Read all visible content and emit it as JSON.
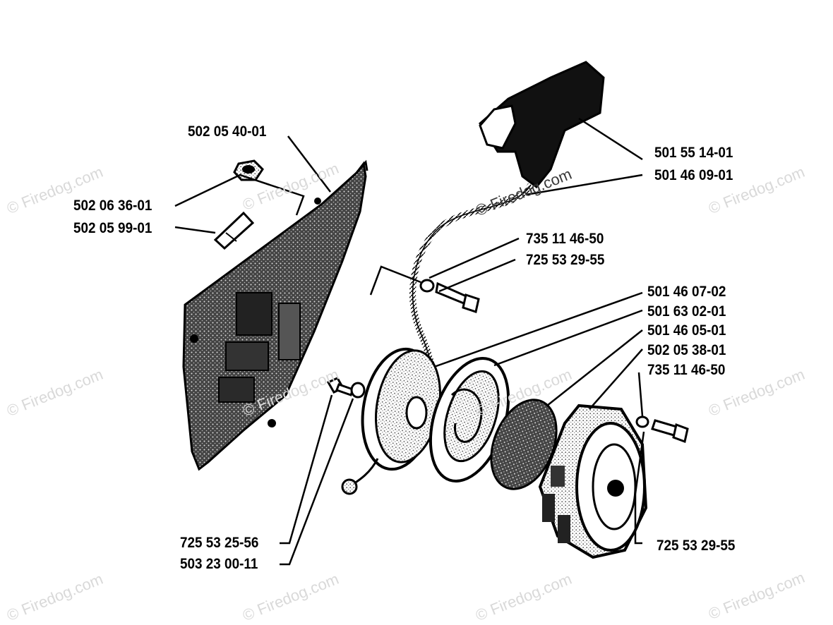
{
  "watermark": {
    "text": "© Firedog.com"
  },
  "labels": {
    "guard_502_05_40_01": "502 05 40-01",
    "nut_502_06_36_01": "502 06 36-01",
    "pin_502_05_99_01": "502 05 99-01",
    "handle_501_55_14_01": "501 55 14-01",
    "cord_501_46_09_01": "501 46 09-01",
    "washer_735_11_46_50": "735 11 46-50",
    "screw_725_53_29_55": "725 53 29-55",
    "pulley_501_46_07_02": "501 46 07-02",
    "spring_501_63_02_01": "501 63 02-01",
    "cover_501_46_05_01": "501 46 05-01",
    "screen_502_05_38_01": "502 05 38-01",
    "washer2_735_11_46_50": "735 11 46-50",
    "screw2_725_53_29_55": "725 53 29-55",
    "screw3_725_53_25_56": "725 53 25-56",
    "hub_503_23_00_11": "503 23 00-11"
  },
  "colors": {
    "ink": "#000000",
    "paper": "#ffffff",
    "watermark": "#d9d9d9"
  }
}
